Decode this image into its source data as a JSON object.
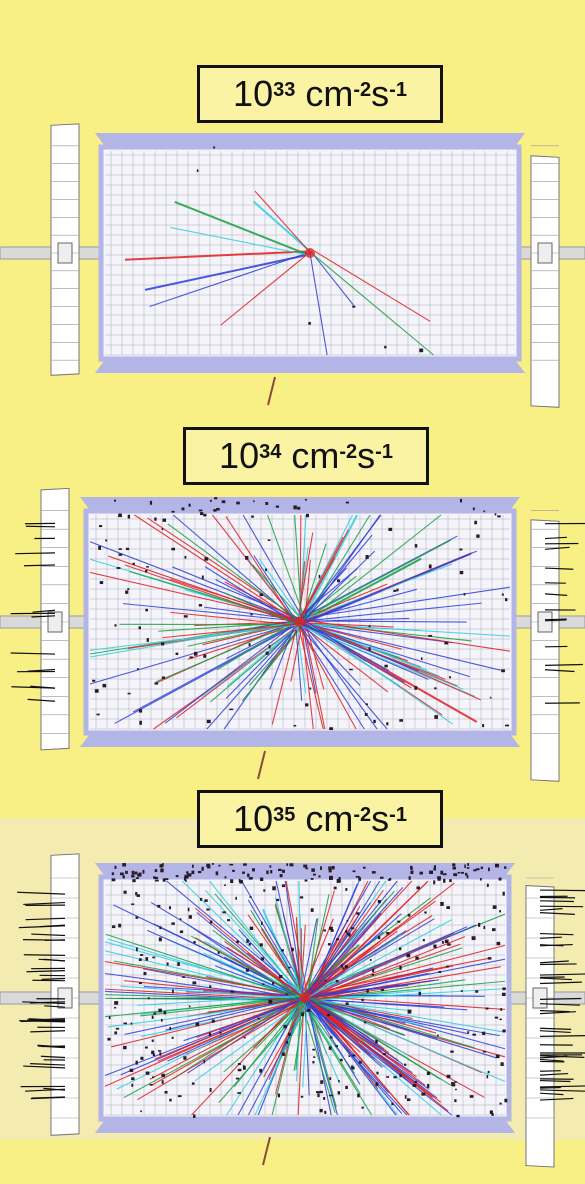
{
  "panels": [
    {
      "label": {
        "base": "10",
        "exponent": "33",
        "unit": "cm",
        "unit_exponent": "-2",
        "per": "s",
        "per_exponent": "-1"
      },
      "pileup_level": "low"
    },
    {
      "label": {
        "base": "10",
        "exponent": "34",
        "unit": "cm",
        "unit_exponent": "-2",
        "per": "s",
        "per_exponent": "-1"
      },
      "pileup_level": "medium"
    },
    {
      "label": {
        "base": "10",
        "exponent": "35",
        "unit": "cm",
        "unit_exponent": "-2",
        "per": "s",
        "per_exponent": "-1"
      },
      "pileup_level": "high"
    }
  ],
  "colors": {
    "background": "#f8ef85",
    "detector_frame": "#b3b5e6",
    "detector_fill": "#f4f4fa",
    "grid": "#8a8a95",
    "track_red": "#e02020",
    "track_blue": "#2d3fd8",
    "track_green": "#18a040",
    "track_cyan": "#2fd0e0",
    "hits": "#2a1a2a"
  }
}
